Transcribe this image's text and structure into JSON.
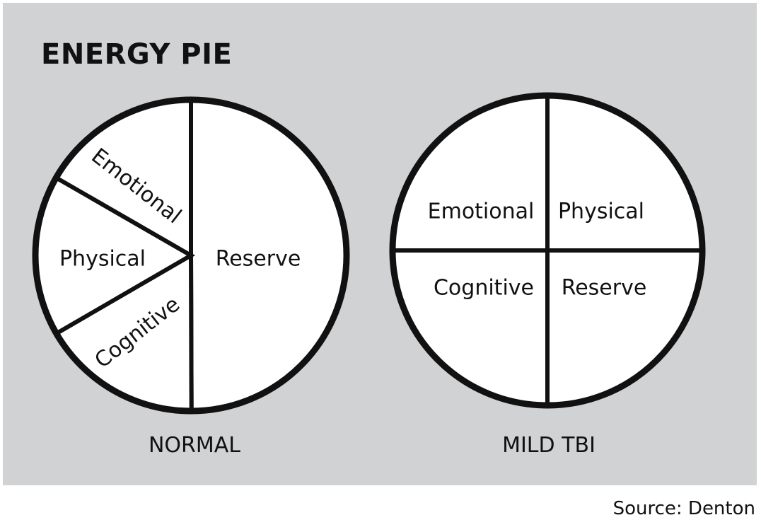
{
  "title": "ENERGY PIE",
  "source": "Source: Denton",
  "chart_data": [
    {
      "type": "pie",
      "caption": "NORMAL",
      "slices": [
        {
          "label": "Reserve",
          "value": 50
        },
        {
          "label": "Cognitive",
          "value": 16.7
        },
        {
          "label": "Physical",
          "value": 16.7
        },
        {
          "label": "Emotional",
          "value": 16.7
        }
      ]
    },
    {
      "type": "pie",
      "caption": "MILD TBI",
      "slices": [
        {
          "label": "Physical",
          "value": 25
        },
        {
          "label": "Reserve",
          "value": 25
        },
        {
          "label": "Cognitive",
          "value": 25
        },
        {
          "label": "Emotional",
          "value": 25
        }
      ]
    }
  ]
}
